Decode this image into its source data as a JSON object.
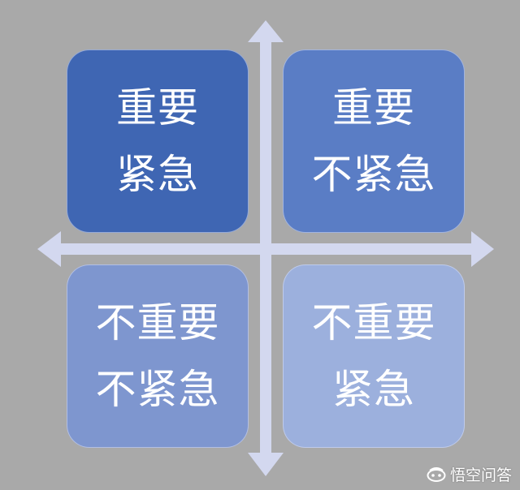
{
  "colors": {
    "background": "#a9a9a9",
    "axis": "#d3d8ef",
    "important_urgent": "#3f66b3",
    "important_not_urgent": "#5a7dc5",
    "not_important_not_urgent": "#7e96cf",
    "not_important_urgent": "#9cb0dd"
  },
  "quadrants": [
    {
      "id": "important-urgent",
      "line1": "重要",
      "line2": "紧急"
    },
    {
      "id": "important-not-urgent",
      "line1": "重要",
      "line2": "不紧急"
    },
    {
      "id": "not-important-not-urgent",
      "line1": "不重要",
      "line2": "不紧急"
    },
    {
      "id": "not-important-urgent",
      "line1": "不重要",
      "line2": "紧急"
    }
  ],
  "watermark": {
    "icon": "wukong-logo-icon",
    "text": "悟空问答"
  }
}
